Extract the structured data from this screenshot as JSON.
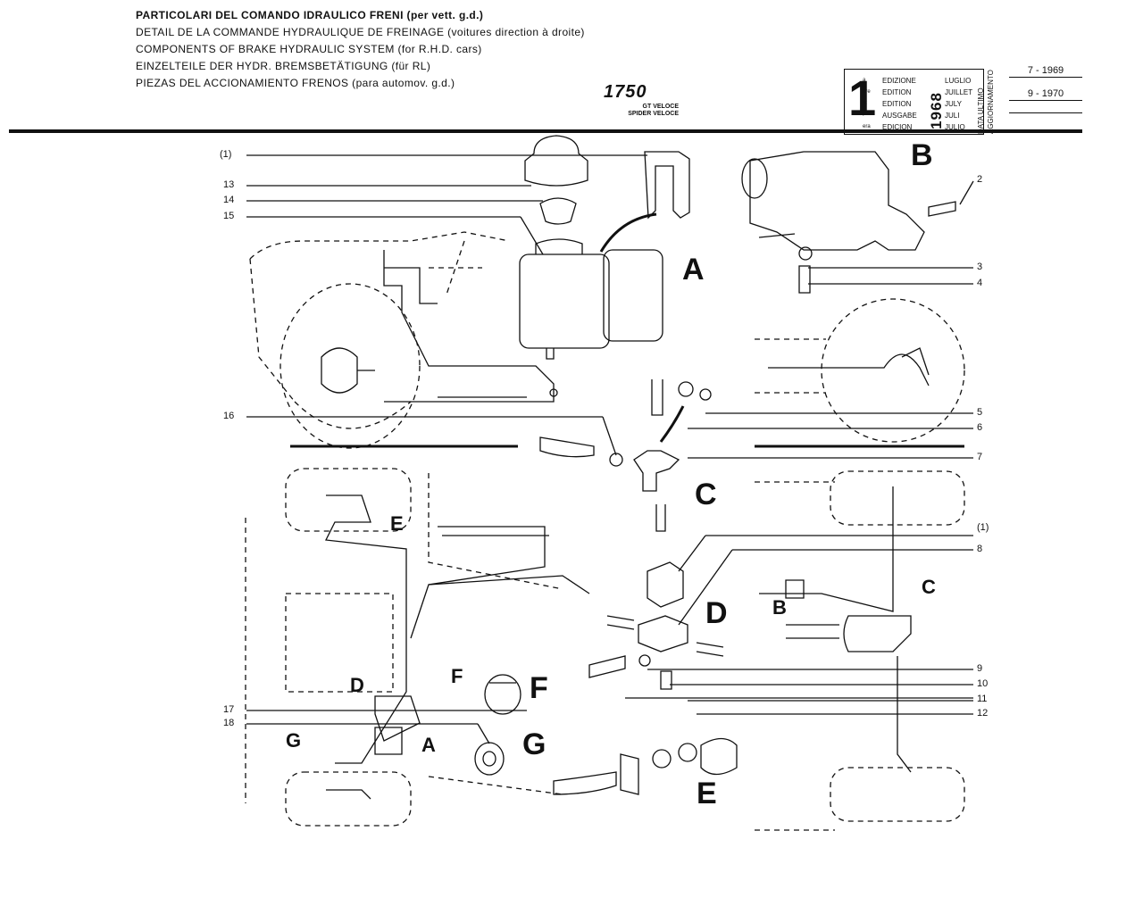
{
  "header": {
    "titles": [
      "PARTICOLARI DEL COMANDO IDRAULICO FRENI (per vett. g.d.)",
      "DETAIL DE LA COMMANDE HYDRAULIQUE DE FREINAGE (voitures direction à droite)",
      "COMPONENTS OF BRAKE HYDRAULIC SYSTEM (for R.H.D. cars)",
      "EINZELTEILE DER HYDR. BREMSBETÄTIGUNG (für RL)",
      "PIEZAS DEL ACCIONAMIENTO FRENOS (para automov. g.d.)"
    ],
    "model": "1750",
    "variants": [
      "GT VELOCE",
      "SPIDER VELOCE"
    ]
  },
  "edition_box": {
    "number": "1",
    "suffixes": [
      "a",
      "ere",
      "st",
      ".",
      "era"
    ],
    "words": [
      "EDIZIONE",
      "EDITION",
      "EDITION",
      "AUSGABE",
      "EDICION"
    ],
    "months": [
      "LUGLIO",
      "JUILLET",
      "JULY",
      "JULI",
      "JULIO"
    ],
    "year": "1968"
  },
  "update_box": {
    "label_lines": [
      "DATA ULTIMO",
      "AGGIORNAMENTO"
    ],
    "dates": [
      "7 - 1969",
      "9 - 1970",
      ""
    ]
  },
  "callouts_left": [
    "(1)",
    "13",
    "14",
    "15",
    "16",
    "17",
    "18"
  ],
  "callouts_right": [
    "2",
    "3",
    "4",
    "5",
    "6",
    "7",
    "(1)",
    "8",
    "9",
    "10",
    "11",
    "12"
  ],
  "section_letters": {
    "A": "A",
    "B": "B",
    "C": "C",
    "D": "D",
    "E": "E",
    "F": "F",
    "G": "G"
  },
  "car_letters_left": {
    "E": "E",
    "D": "D",
    "F": "F",
    "G": "G",
    "A": "A"
  },
  "car_letters_right": {
    "C": "C",
    "B": "B"
  }
}
